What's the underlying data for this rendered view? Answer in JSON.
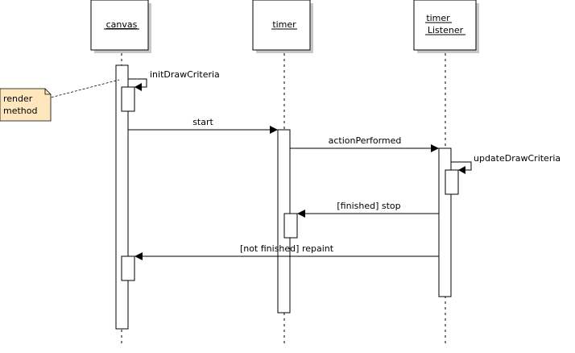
{
  "lifelines": [
    {
      "id": "canvas",
      "lines": [
        "canvas"
      ]
    },
    {
      "id": "timer",
      "lines": [
        "timer"
      ]
    },
    {
      "id": "timer-listener",
      "lines": [
        "timer",
        "Listener"
      ]
    }
  ],
  "messages": {
    "initDrawCriteria": "initDrawCriteria",
    "start": "start",
    "actionPerformed": "actionPerformed",
    "updateDrawCriteria": "updateDrawCriteria",
    "stop": "[finished] stop",
    "repaint": "[not finished] repaint"
  },
  "note": {
    "lines": [
      "render",
      "method"
    ],
    "color": "#ffe7bd"
  }
}
